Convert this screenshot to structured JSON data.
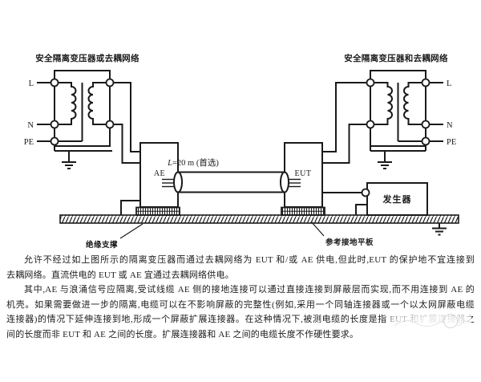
{
  "diagram": {
    "left_transformer": {
      "title": "安全隔离变压器或去耦网络",
      "l": "L",
      "n": "N",
      "pe": "PE"
    },
    "right_transformer": {
      "title": "安全隔离变压器和去耦网络",
      "l": "L",
      "n": "N",
      "pe": "PE"
    },
    "ae_label": "AE",
    "eut_label": "EUT",
    "generator_label": "发生器",
    "cable": {
      "symbol": "L",
      "value": "=20 m (首选)"
    },
    "callouts": {
      "insulation_support": "绝缘支撑",
      "reference_ground_plane": "参考接地平板"
    }
  },
  "body_text": {
    "lines": [
      "允许不经过如上图所示的隔离变压器而通过去耦网络为 EUT 和/或 AE 供电,但此时,EUT 的保护地不宜连接到",
      "去耦网络。直流供电的 EUT 或 AE 宜通过去耦网络供电。",
      "其中,AE 与浪涌信号应隔离,受试线缆 AE 侧的接地连接可以通过直接连接到屏蔽层而实现,而不用连接到 AE 的",
      "机壳。如果需要做进一步的隔离,电缆可以在不影响屏蔽的完整性(例如,采用一个同轴连接器或一个以太网屏蔽电缆",
      "连接器)的情况下延伸连接到地,形成一个屏蔽扩展连接器。在这种情况下,被测电缆的长度是指 EUT 和扩展连接器之",
      "间的长度而非 EUT 和 AE 之间的长度。扩展连接器和 AE 之间的电缆长度不作硬性要求。"
    ]
  },
  "colors": {
    "ink": "#1a1a1a",
    "paper": "#ffffff"
  }
}
